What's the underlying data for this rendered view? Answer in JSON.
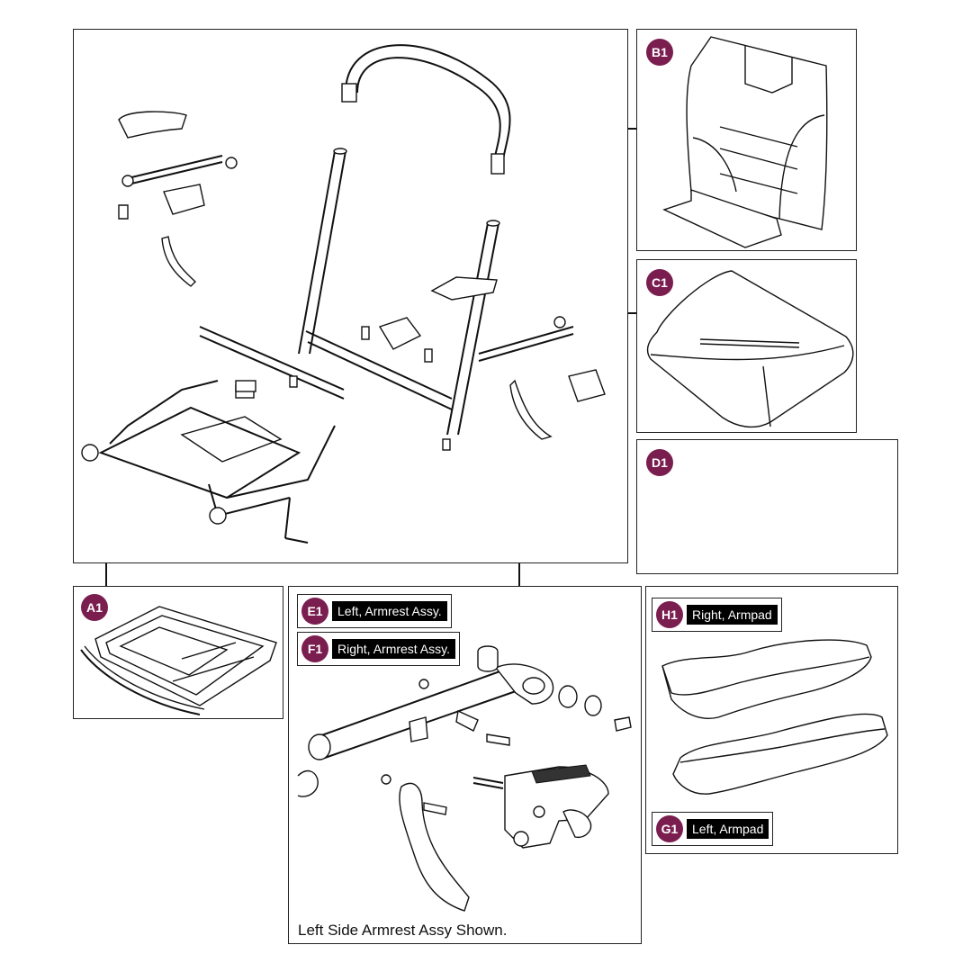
{
  "callouts": {
    "a1": "A1",
    "b1": "B1",
    "c1": "C1",
    "d1": "D1",
    "e1": "E1",
    "f1": "F1",
    "g1": "G1",
    "h1": "H1"
  },
  "labels": {
    "e1": "Left, Armrest Assy.",
    "f1": "Right, Armrest Assy.",
    "h1": "Right, Armpad",
    "g1": "Left, Armpad"
  },
  "caption": "Left Side Armrest Assy Shown.",
  "colors": {
    "badge": "#7a1d4f",
    "label_bg": "#000000",
    "line": "#111111"
  }
}
